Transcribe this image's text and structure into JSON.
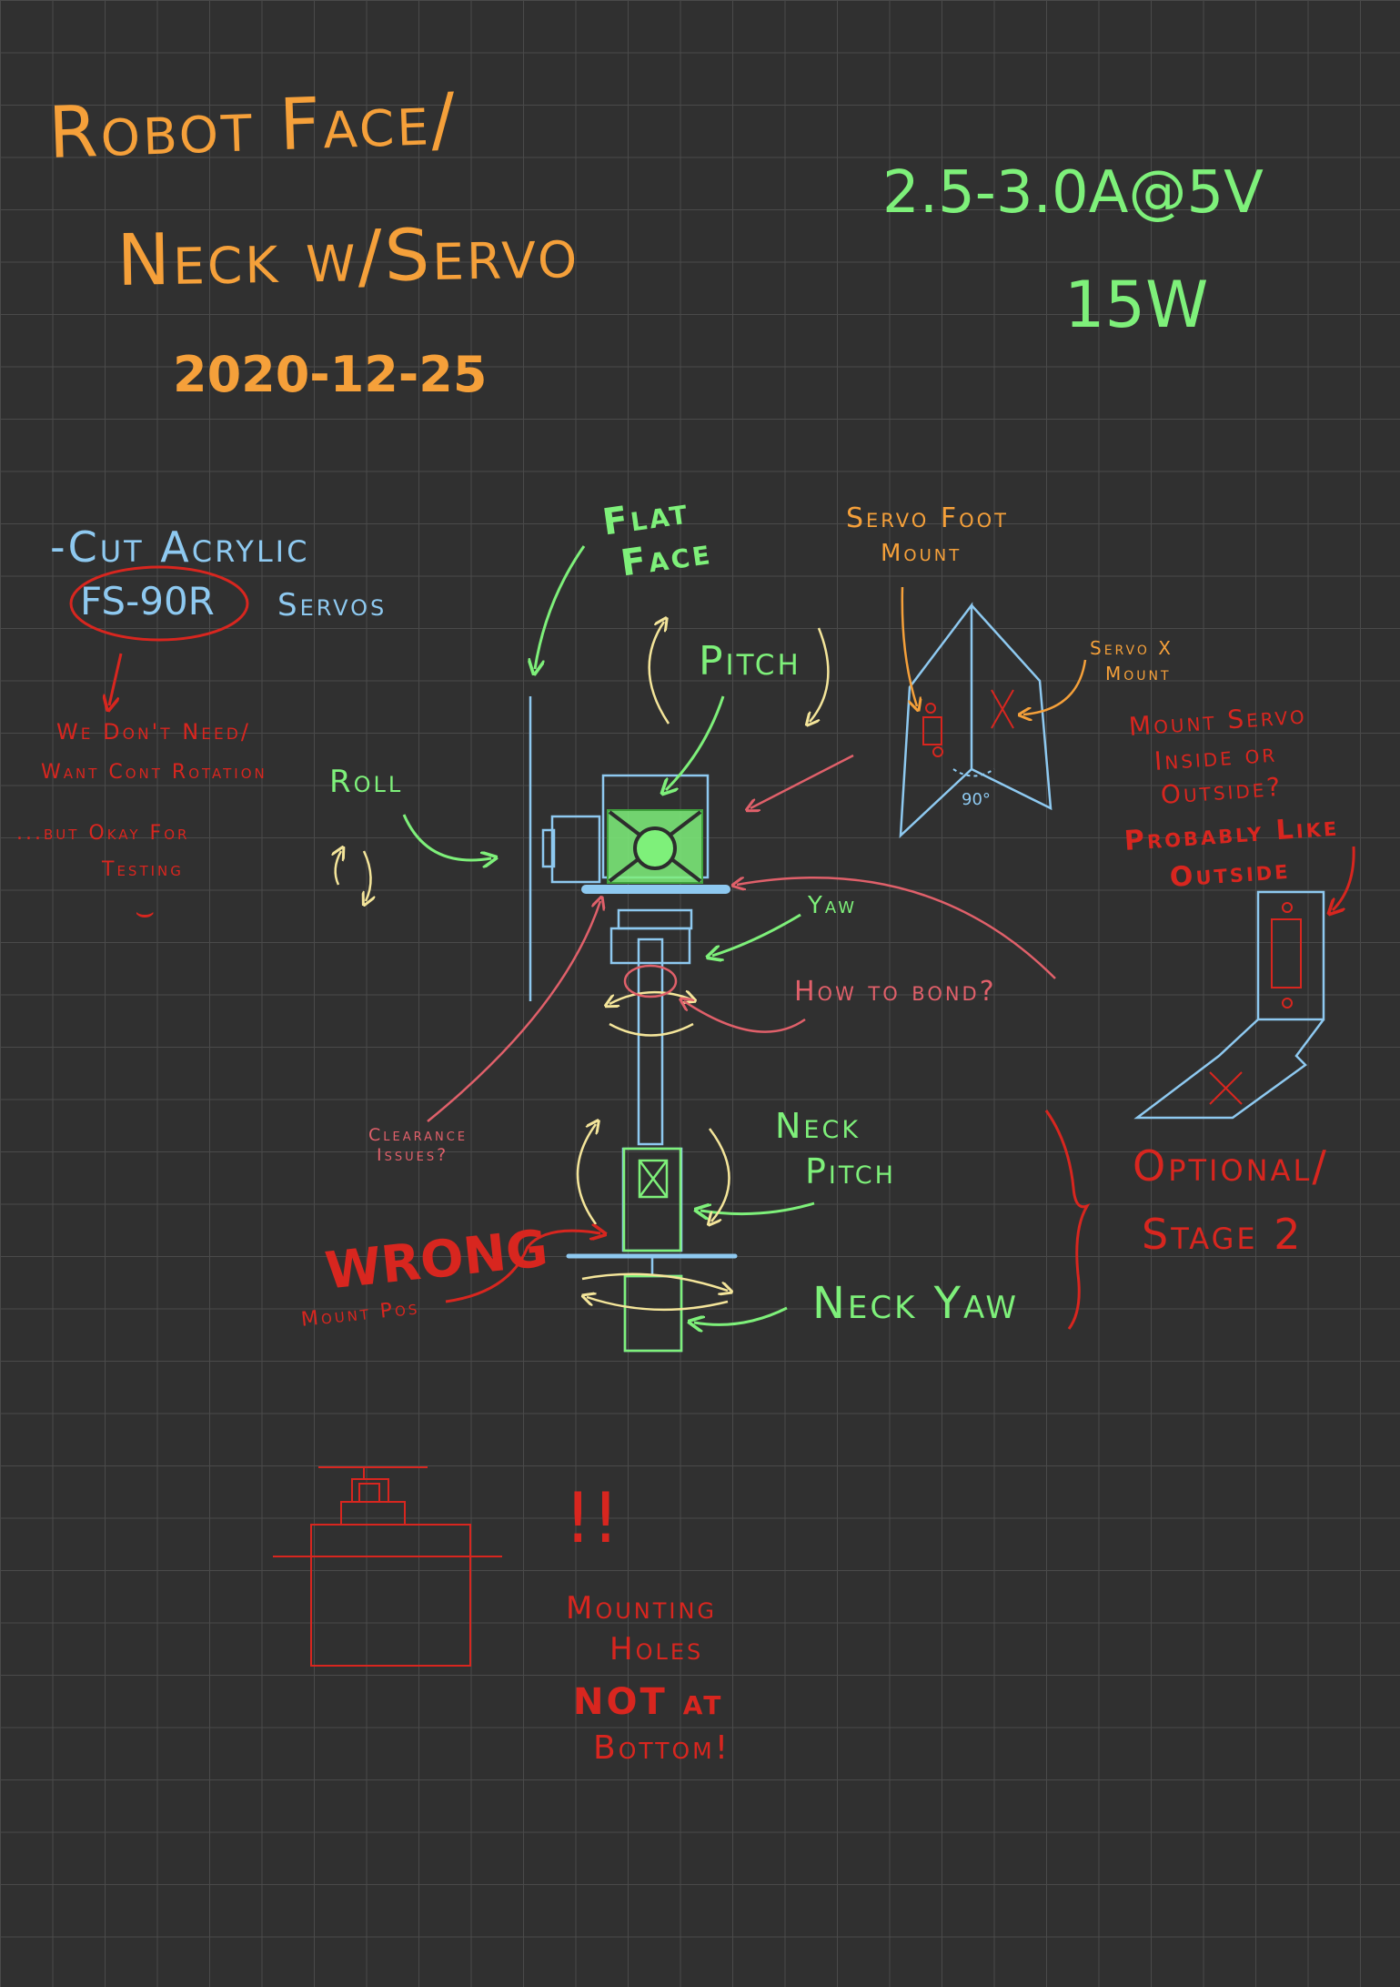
{
  "title": {
    "line1": "Robot Face/",
    "line2": "Neck w/Servo",
    "date": "2020-12-25"
  },
  "power": {
    "current": "2.5-3.0A@5V",
    "watts": "15W"
  },
  "materials": {
    "item1": "-Cut Acrylic",
    "item2_part": "FS-90R",
    "item2_rest": "Servos"
  },
  "notes": {
    "continuous_1": "We Don't Need/",
    "continuous_2": "Want Cont Rotation",
    "testing_1": "...but Okay For",
    "testing_2": "Testing",
    "smile": "⌣"
  },
  "labels": {
    "flat_face_1": "Flat",
    "flat_face_2": "Face",
    "pitch": "Pitch",
    "roll": "Roll",
    "yaw": "Yaw",
    "how_to_bond": "How to bond?",
    "clearance_1": "Clearance",
    "clearance_2": "Issues?",
    "neck_pitch_1": "Neck",
    "neck_pitch_2": "Pitch",
    "neck_yaw": "Neck Yaw",
    "wrong": "WRONG",
    "mount_pos": "Mount Pos",
    "servo_foot_1": "Servo Foot",
    "servo_foot_2": "Mount",
    "servo_x_1": "Servo X",
    "servo_x_2": "Mount",
    "angle": "90°",
    "mount_inside_1": "Mount Servo",
    "mount_inside_2": "Inside or",
    "mount_inside_3": "Outside?",
    "probably_1": "Probably Like",
    "probably_2": "Outside",
    "optional_1": "Optional/",
    "optional_2": "Stage 2",
    "bang": "!!",
    "holes_1": "Mounting",
    "holes_2": "Holes",
    "holes_3": "NOT at",
    "holes_4": "Bottom!"
  },
  "colors": {
    "background": "#303030",
    "grid": "#4a4a4a",
    "orange": "#f5a03a",
    "green": "#7ef07a",
    "blue": "#8ec9f0",
    "red": "#d8261f",
    "yellow": "#f4e59a",
    "pink_arrow": "#e0606a"
  }
}
